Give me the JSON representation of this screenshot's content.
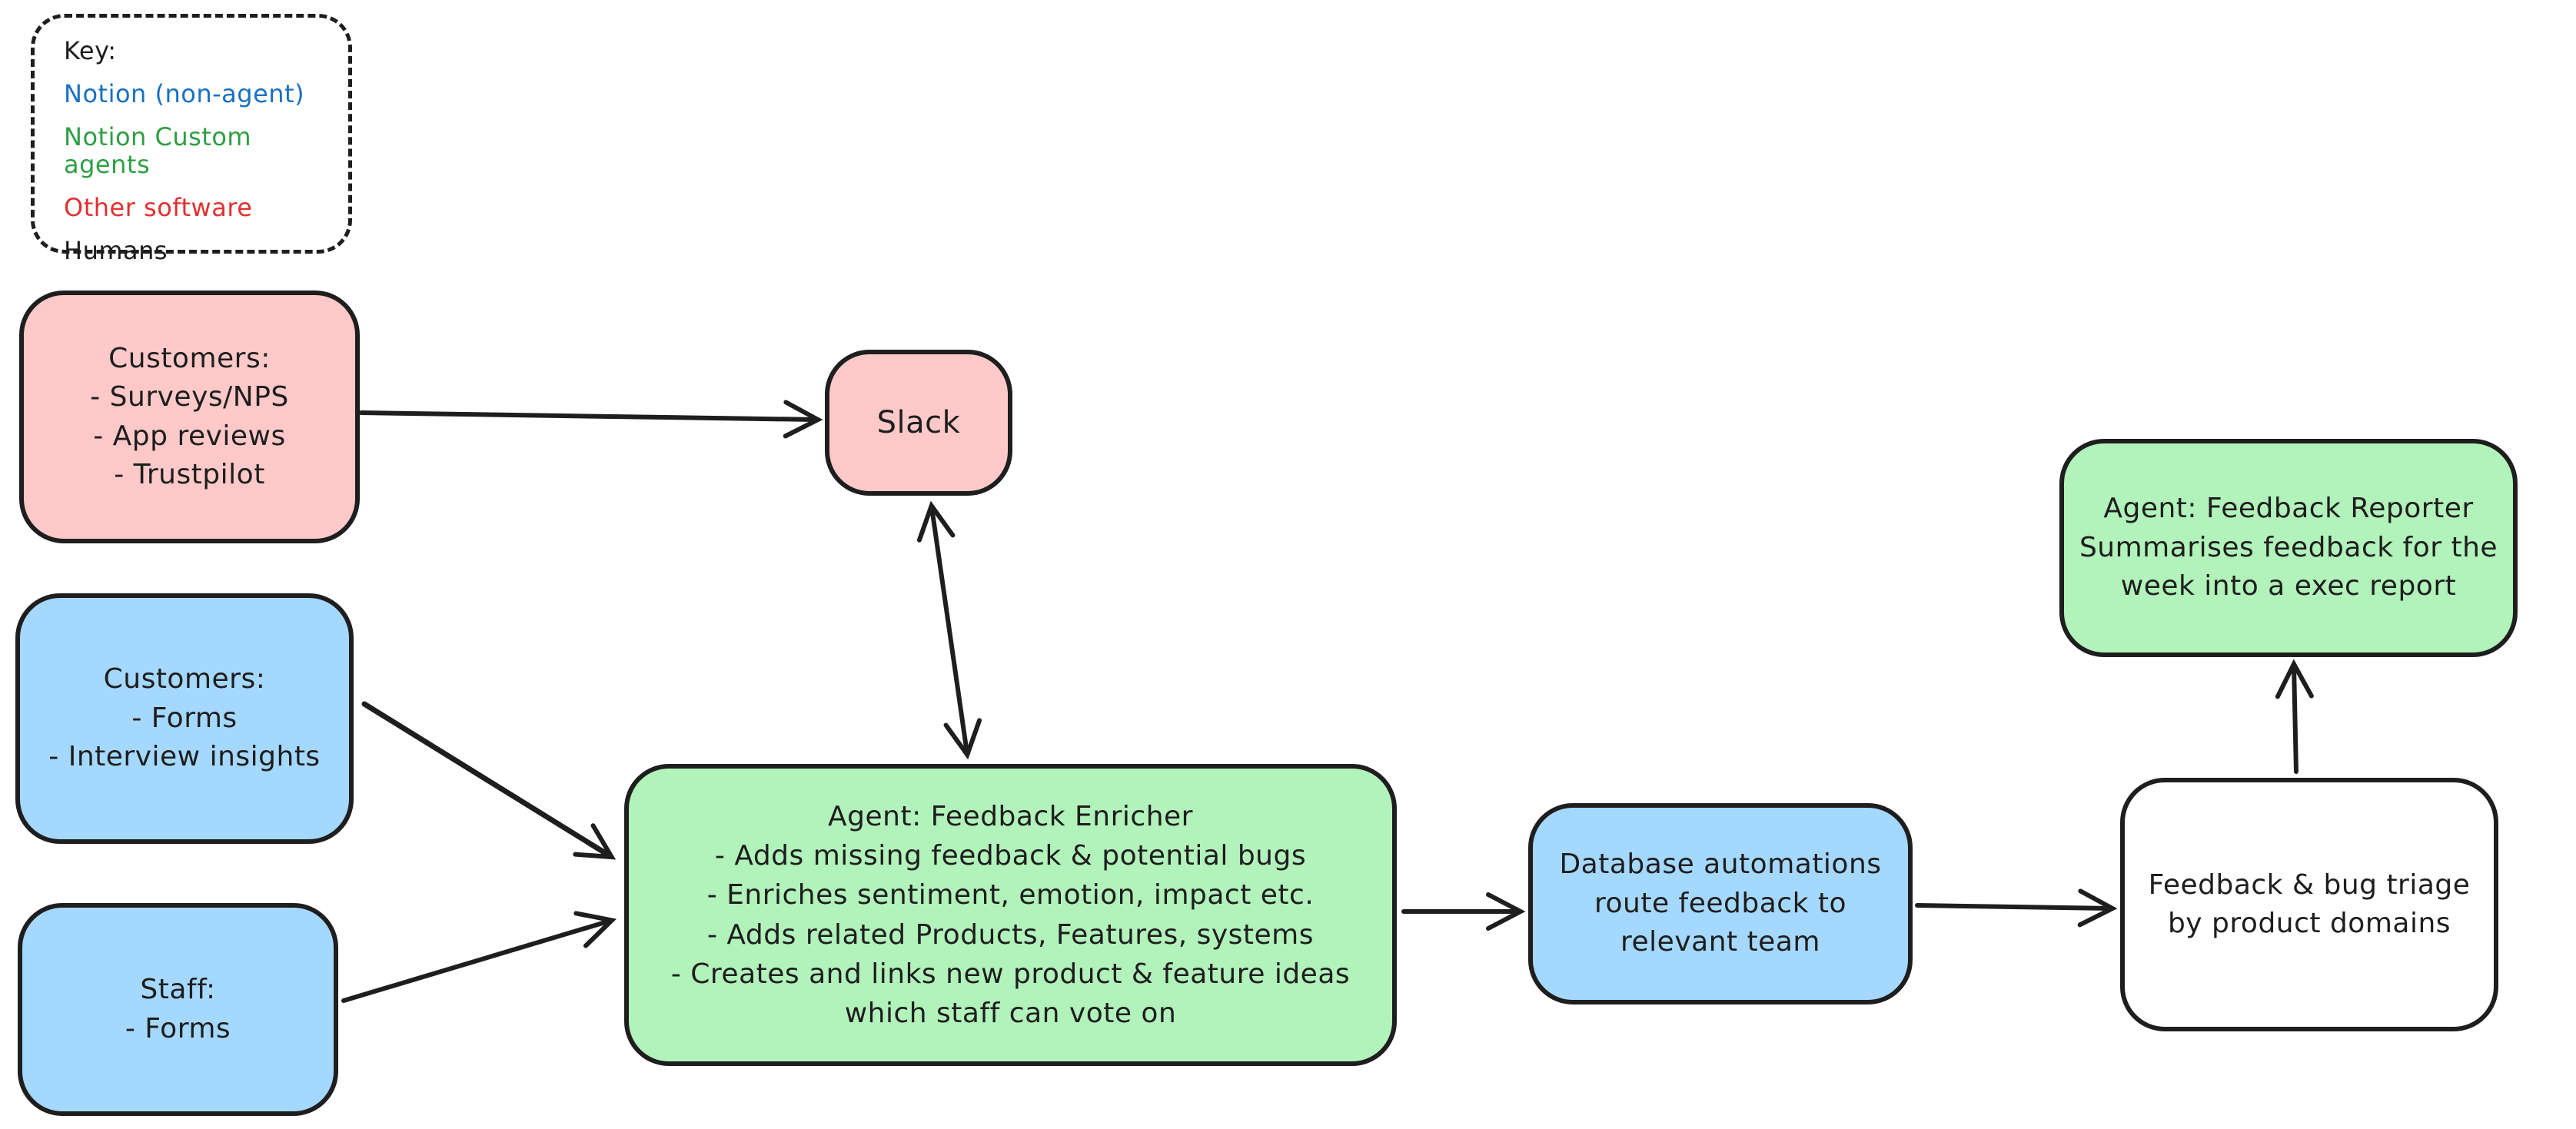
{
  "key": {
    "heading": "Key:",
    "items": [
      {
        "label": "Notion (non-agent)",
        "color": "#1971c2"
      },
      {
        "label": "Notion Custom agents",
        "color": "#2f9e44"
      },
      {
        "label": "Other software",
        "color": "#e03131"
      },
      {
        "label": "Humans",
        "color": "#1e1e1e"
      }
    ]
  },
  "colors": {
    "stroke": "#1e1e1e",
    "fill_other_software": "#ffc9c9",
    "fill_notion_non_agent": "#a5d8ff",
    "fill_notion_custom_agent": "#b2f2bb",
    "fill_humans": "#ffffff",
    "background": "#ffffff"
  },
  "nodes": {
    "customers_external": {
      "category": "other-software",
      "lines": [
        "Customers:",
        "- Surveys/NPS",
        "- App reviews",
        "- Trustpilot"
      ]
    },
    "slack": {
      "category": "other-software",
      "lines": [
        "Slack"
      ]
    },
    "customers_notion": {
      "category": "notion-non-agent",
      "lines": [
        "Customers:",
        "- Forms",
        "- Interview insights"
      ]
    },
    "staff": {
      "category": "notion-non-agent",
      "lines": [
        "Staff:",
        "- Forms"
      ]
    },
    "feedback_enricher": {
      "category": "notion-custom-agent",
      "lines": [
        "Agent: Feedback Enricher",
        "- Adds missing feedback & potential bugs",
        "- Enriches sentiment, emotion, impact etc.",
        "- Adds related Products, Features, systems",
        "- Creates and links new product & feature ideas",
        "which staff can vote on"
      ]
    },
    "database_automations": {
      "category": "notion-non-agent",
      "lines": [
        "Database automations",
        "route feedback to",
        "relevant team"
      ]
    },
    "feedback_triage": {
      "category": "humans",
      "lines": [
        "Feedback & bug triage",
        "by product domains"
      ]
    },
    "feedback_reporter": {
      "category": "notion-custom-agent",
      "lines": [
        "Agent: Feedback Reporter",
        "Summarises feedback for the",
        "week into a exec report"
      ]
    }
  },
  "edges": [
    {
      "from": "customers_external",
      "to": "slack",
      "direction": "one-way"
    },
    {
      "from": "slack",
      "to": "feedback_enricher",
      "direction": "two-way"
    },
    {
      "from": "customers_notion",
      "to": "feedback_enricher",
      "direction": "one-way"
    },
    {
      "from": "staff",
      "to": "feedback_enricher",
      "direction": "one-way"
    },
    {
      "from": "feedback_enricher",
      "to": "database_automations",
      "direction": "one-way"
    },
    {
      "from": "database_automations",
      "to": "feedback_triage",
      "direction": "one-way"
    },
    {
      "from": "feedback_triage",
      "to": "feedback_reporter",
      "direction": "one-way"
    }
  ]
}
